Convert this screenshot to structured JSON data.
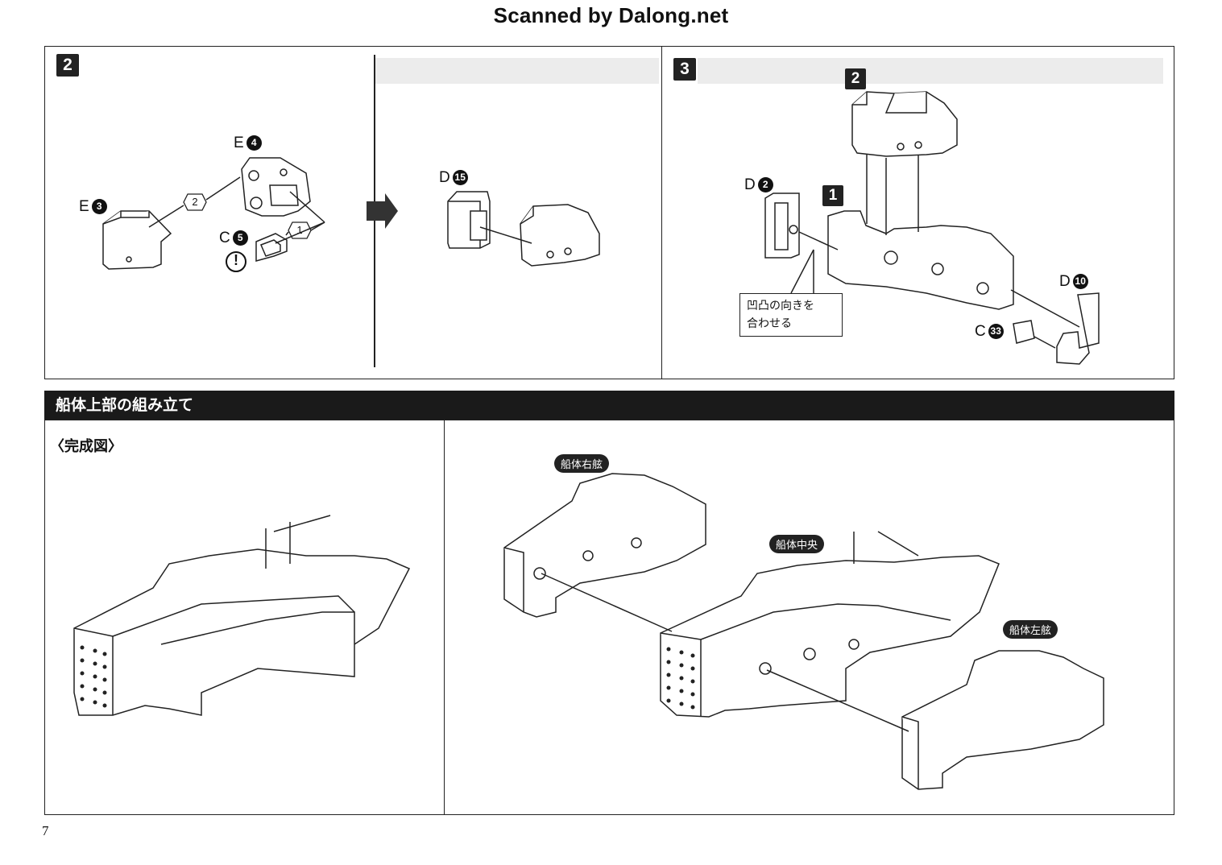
{
  "watermark": "Scanned by Dalong.net",
  "page_number": "7",
  "step2": {
    "number": "2",
    "parts": {
      "e3": {
        "letter": "E",
        "num": "3"
      },
      "e4": {
        "letter": "E",
        "num": "4"
      },
      "c5": {
        "letter": "C",
        "num": "5"
      },
      "d15": {
        "letter": "D",
        "num": "15"
      }
    },
    "order_labels": [
      "1",
      "2"
    ],
    "caution_mark": "!"
  },
  "step3": {
    "number": "3",
    "sub_labels": [
      "2",
      "1"
    ],
    "parts": {
      "d2": {
        "letter": "D",
        "num": "2"
      },
      "d10": {
        "letter": "D",
        "num": "10"
      },
      "c33": {
        "letter": "C",
        "num": "33"
      }
    },
    "callout_lines": [
      "凹凸の向きを",
      "合わせる"
    ]
  },
  "section": {
    "title": "船体上部の組み立て",
    "completed_label": "〈完成図〉",
    "hull_labels": {
      "right": "船体右舷",
      "center": "船体中央",
      "left": "船体左舷"
    }
  }
}
